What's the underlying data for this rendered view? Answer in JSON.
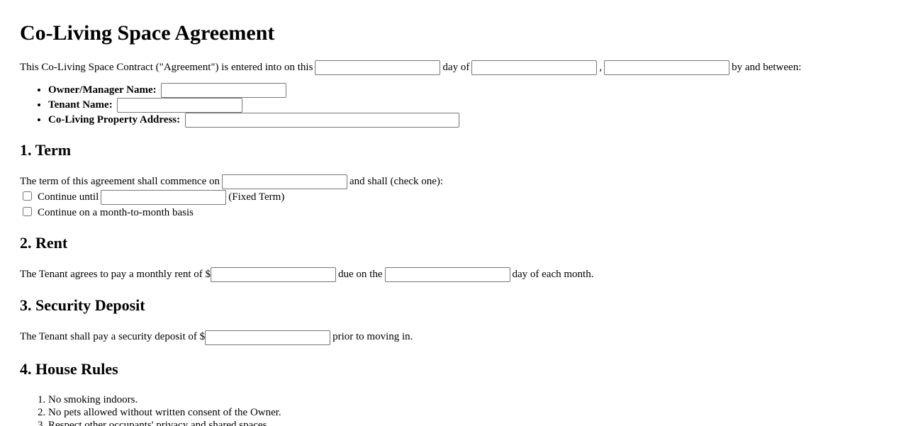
{
  "title": "Co-Living Space Agreement",
  "intro": {
    "text_before": "This Co-Living Space Contract (\"Agreement\") is entered into on this",
    "day_of": "day of",
    "comma": ",",
    "by_and_between": "by and between:"
  },
  "parties": [
    {
      "label": "Owner/Manager Name:"
    },
    {
      "label": "Tenant Name:"
    },
    {
      "label": "Co-Living Property Address:"
    }
  ],
  "term": {
    "heading": "1. Term",
    "text_before": "The term of this agreement shall commence on",
    "text_after": "and shall (check one):",
    "option_fixed_before": "Continue until",
    "option_fixed_after": "(Fixed Term)",
    "option_month": "Continue on a month-to-month basis"
  },
  "rent": {
    "heading": "2. Rent",
    "text_before": "The Tenant agrees to pay a monthly rent of $",
    "due_on": "due on the",
    "text_after": "day of each month."
  },
  "deposit": {
    "heading": "3. Security Deposit",
    "text_before": "The Tenant shall pay a security deposit of $",
    "text_after": "prior to moving in."
  },
  "rules": {
    "heading": "4. House Rules",
    "items": [
      "No smoking indoors.",
      "No pets allowed without written consent of the Owner.",
      "Respect other occupants' privacy and shared spaces."
    ]
  }
}
